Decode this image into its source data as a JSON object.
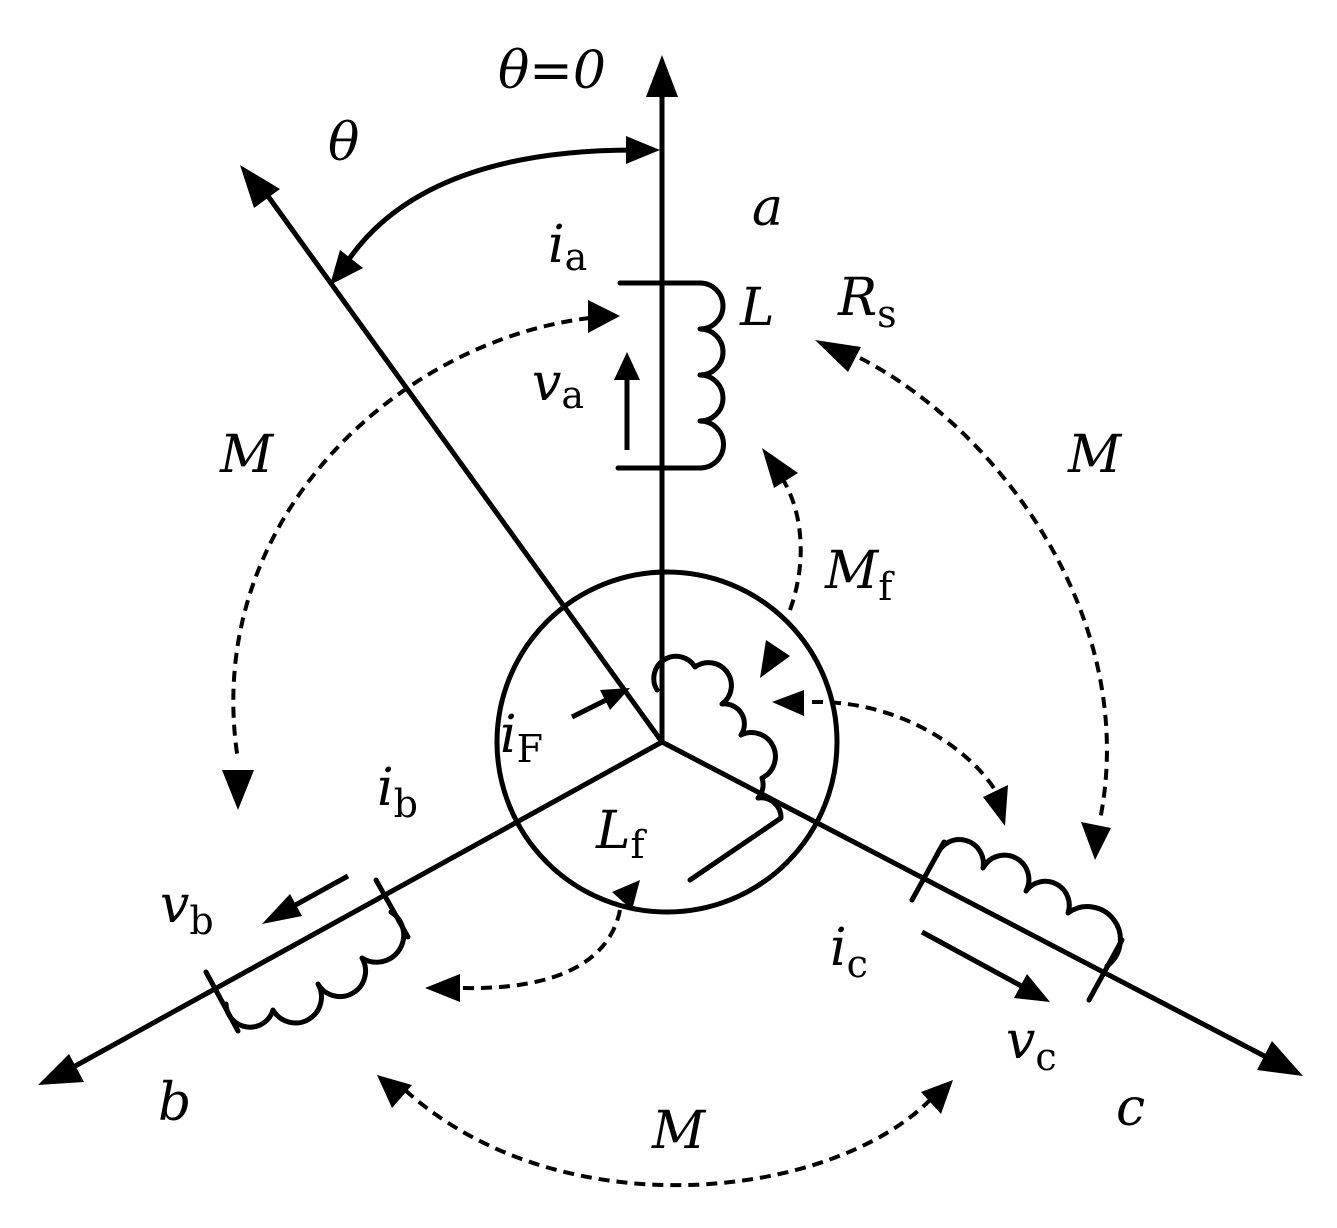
{
  "labels": {
    "theta_zero": {
      "main": "θ=0"
    },
    "theta": {
      "main": "θ"
    },
    "axis_a": {
      "main": "a"
    },
    "axis_b": {
      "main": "b"
    },
    "axis_c": {
      "main": "c"
    },
    "i_a": {
      "main": "i",
      "sub": "a"
    },
    "v_a": {
      "main": "v",
      "sub": "a"
    },
    "L": {
      "main": "L"
    },
    "R_s": {
      "main": "R",
      "sub": "s"
    },
    "M_left": {
      "main": "M"
    },
    "M_right": {
      "main": "M"
    },
    "M_bottom": {
      "main": "M"
    },
    "M_f": {
      "main": "M",
      "sub": "f"
    },
    "i_F": {
      "main": "i",
      "sub": "F"
    },
    "L_f": {
      "main": "L",
      "sub": "f"
    },
    "i_b": {
      "main": "i",
      "sub": "b"
    },
    "v_b": {
      "main": "v",
      "sub": "b"
    },
    "i_c": {
      "main": "i",
      "sub": "c"
    },
    "v_c": {
      "main": "v",
      "sub": "c"
    }
  }
}
